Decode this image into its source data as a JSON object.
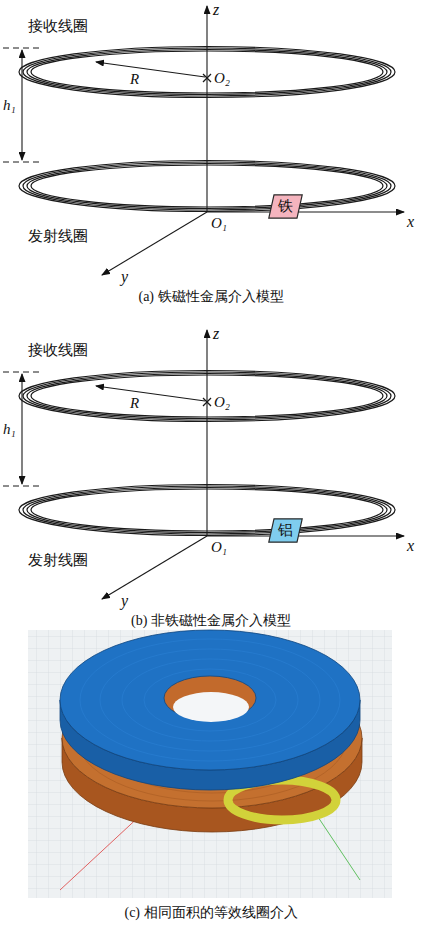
{
  "diagram": {
    "nodes": [
      {
        "text": [
          "铁"
        ]
      },
      {
        "text": [
          "铝"
        ]
      }
    ],
    "labels": [
      "接收线圈",
      "z",
      "R",
      "O₂",
      "h₁",
      "x",
      "O₁",
      "发射线圈",
      "y",
      "(a) 铁磁性金属介入模型",
      "接收线圈",
      "z",
      "R",
      "O₂",
      "h₁",
      "x",
      "O₁",
      "发射线圈",
      "y",
      "(b) 非铁磁性金属介入模型",
      "(c) 相同面积的等效线圈介入"
    ]
  }
}
